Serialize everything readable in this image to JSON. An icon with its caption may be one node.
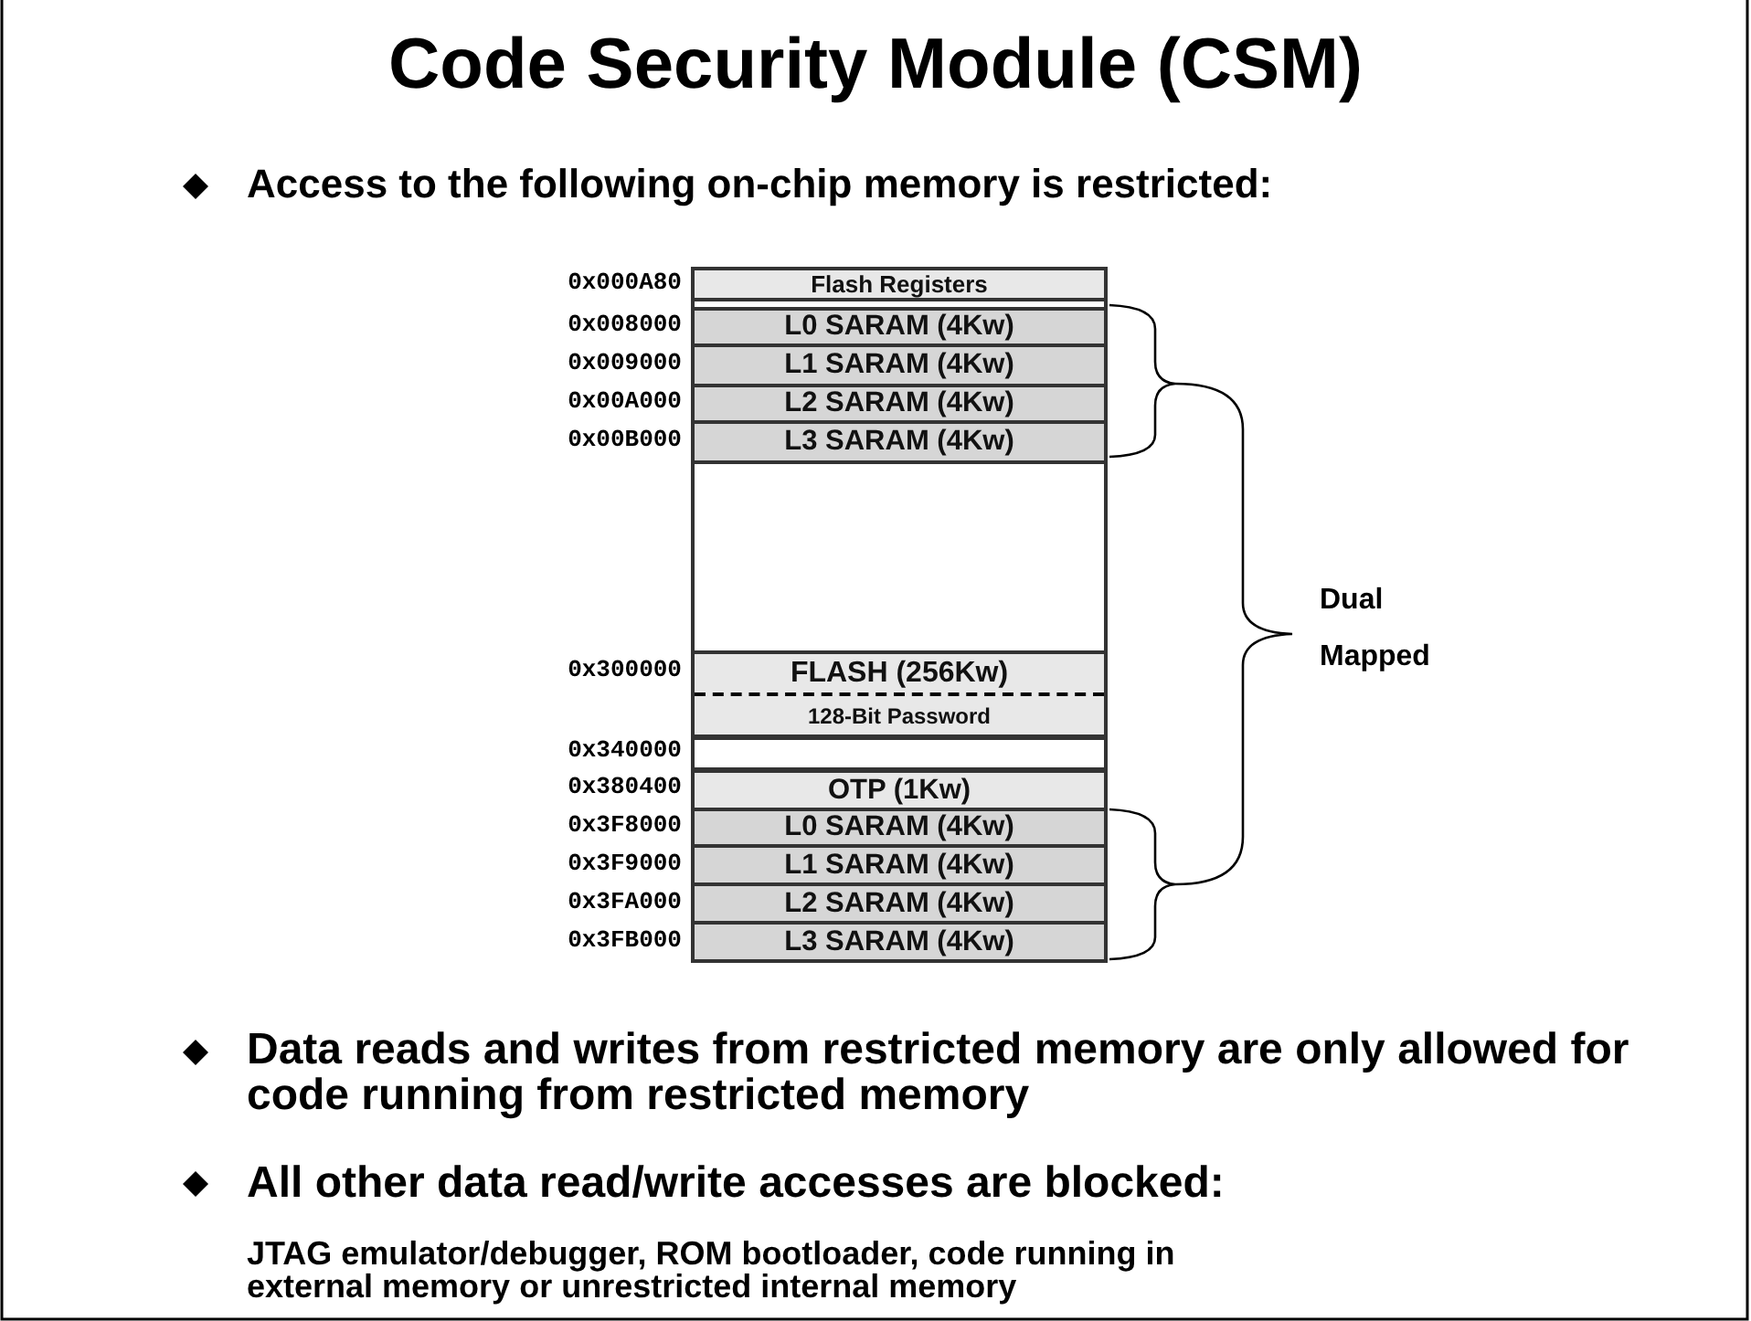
{
  "diagram": {
    "title": "Code Security Module (CSM)",
    "nodes": [
      {
        "text": [
          "Flash Registers"
        ]
      },
      {
        "text": [],
        "shape": "box"
      },
      {
        "text": [
          "L0 SARAM (4Kw)"
        ]
      },
      {
        "text": [
          "L1 SARAM (4Kw)"
        ]
      },
      {
        "text": [
          "L2 SARAM (4Kw)"
        ]
      },
      {
        "text": [
          "L3 SARAM (4Kw)"
        ]
      },
      {
        "text": [],
        "shape": "box"
      },
      {
        "text": [
          "FLASH (256Kw)",
          "128-Bit Password"
        ]
      },
      {
        "text": [],
        "shape": "box"
      },
      {
        "text": [
          "OTP (1Kw)"
        ]
      },
      {
        "text": [
          "L0 SARAM (4Kw)"
        ]
      },
      {
        "text": [
          "L1 SARAM (4Kw)"
        ]
      },
      {
        "text": [
          "L2 SARAM (4Kw)"
        ]
      },
      {
        "text": [
          "L3 SARAM (4Kw)"
        ]
      }
    ],
    "labels": [
      "Access to the following on-chip memory is restricted:",
      "0x000A80",
      "0x008000",
      "0x009000",
      "0x00A000",
      "0x00B000",
      "Dual Mapped",
      "0x300000",
      "0x340000",
      "0x380400",
      "0x3F8000",
      "0x3F9000",
      "0x3FA000",
      "0x3FB000",
      "Data reads and writes from restricted memory are only allowed for code running from restricted memory",
      "All other data read/write accesses are blocked:",
      "JTAG emulator/debugger, ROM bootloader, code running in external memory or unrestricted internal memory"
    ]
  }
}
